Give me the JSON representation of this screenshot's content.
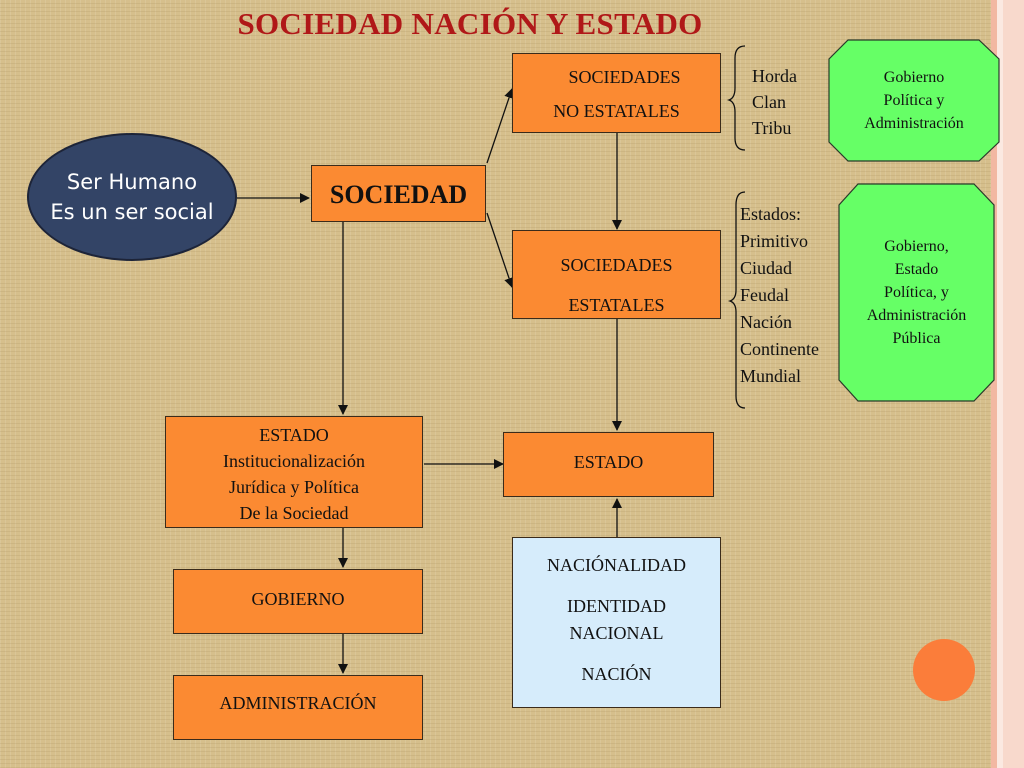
{
  "title": "SOCIEDAD NACIÓN Y ESTADO",
  "oval": {
    "line1": "Ser Humano",
    "line2": "Es un ser social"
  },
  "sociedad": "SOCIEDAD",
  "no_estatales": {
    "line1": "SOCIEDADES",
    "line2": "NO ESTATALES"
  },
  "estatales": {
    "line1": "SOCIEDADES",
    "line2": "ESTATALES"
  },
  "no_estatales_types": [
    "Horda",
    "Clan",
    "Tribu"
  ],
  "estatales_types": [
    "Estados:",
    "Primitivo",
    "Ciudad",
    "Feudal",
    "Nación",
    "Continente",
    "Mundial"
  ],
  "green_top": [
    "Gobierno",
    "Política y",
    "Administración"
  ],
  "green_bottom": [
    "Gobierno,",
    "Estado",
    "Política, y",
    "Administración",
    "Pública"
  ],
  "estado_box": [
    "ESTADO",
    "Institucionalización",
    "Jurídica y Política",
    "De la Sociedad"
  ],
  "estado": "ESTADO",
  "gobierno": "GOBIERNO",
  "administracion": "ADMINISTRACIÓN",
  "nacion_box": {
    "line1": "NACIÓNALIDAD",
    "line2": "IDENTIDAD",
    "line3": "NACIONAL",
    "line4": "NACIÓN"
  },
  "colors": {
    "title": "#b01818",
    "box": "#fb8a32",
    "green": "#66ff66",
    "oval": "#334466",
    "blue_box": "#d6ecfb"
  }
}
